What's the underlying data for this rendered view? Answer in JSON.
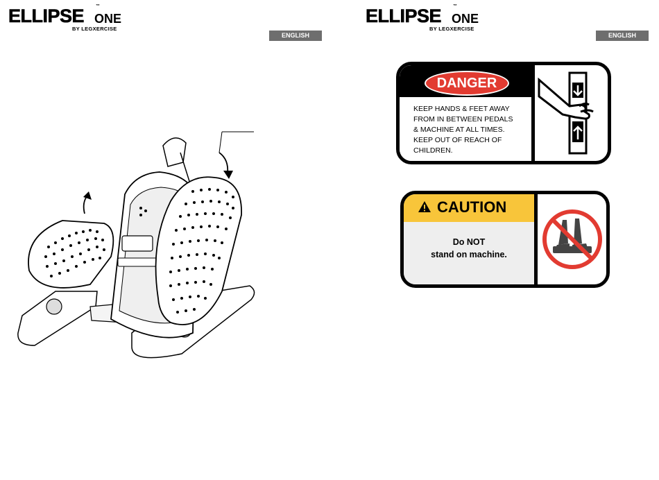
{
  "left_page": {
    "brand": {
      "name": "ELLIPSE",
      "suffix": "ONE",
      "trademark": "™",
      "byline": "BY LEGXERCISE"
    },
    "language_badge": "ENGLISH"
  },
  "right_page": {
    "brand": {
      "name": "ELLIPSE",
      "suffix": "ONE",
      "trademark": "™",
      "byline": "BY LEGXERCISE"
    },
    "language_badge": "ENGLISH",
    "danger_sign": {
      "title": "DANGER",
      "lines": [
        "KEEP HANDS & FEET AWAY",
        "FROM IN BETWEEN PEDALS",
        "& MACHINE AT ALL TIMES.",
        "KEEP OUT OF REACH OF",
        "CHILDREN."
      ],
      "pictogram": "hand-pinch-icon",
      "accent": "#e23b31"
    },
    "caution_sign": {
      "title": "CAUTION",
      "lines": [
        "Do NOT",
        "stand on machine."
      ],
      "pictogram": "no-standing-icon",
      "accent": "#f8c53a"
    }
  },
  "colors": {
    "badge_bg": "#6e6e6e",
    "danger_red": "#e23b31",
    "caution_yellow": "#f8c53a"
  }
}
